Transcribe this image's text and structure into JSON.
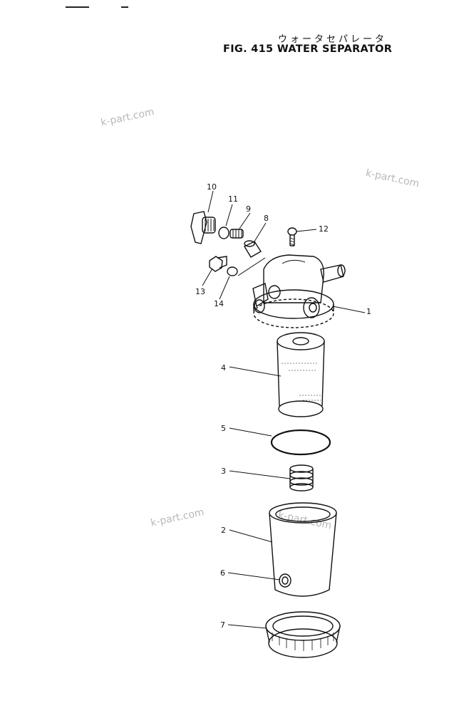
{
  "header": {
    "title_jp": "ウォータセパレータ",
    "title_en": "FIG. 415  WATER SEPARATOR"
  },
  "watermarks": [
    "k-part.com",
    "k-part.com",
    "k-part.com",
    "k-part.com"
  ],
  "callouts": [
    "10",
    "11",
    "9",
    "8",
    "12",
    "13",
    "14",
    "1",
    "4",
    "5",
    "3",
    "2",
    "6",
    "7"
  ]
}
